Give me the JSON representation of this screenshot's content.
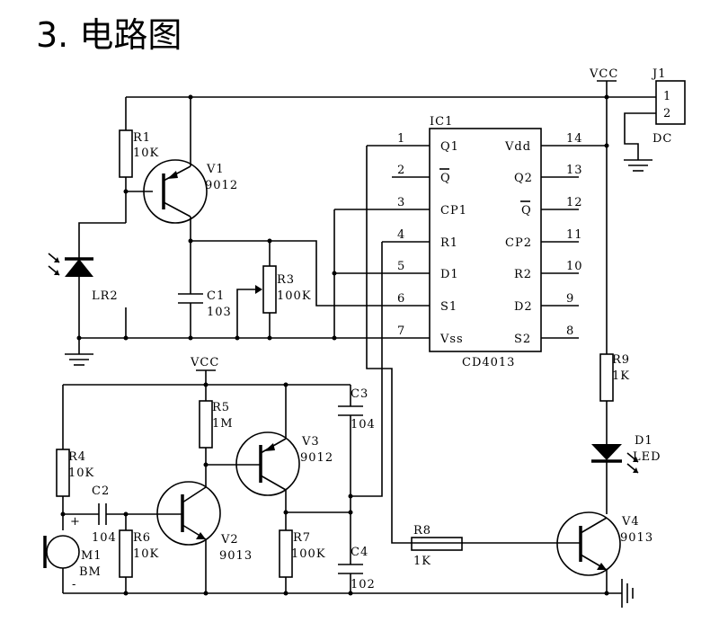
{
  "title": "3. 电路图",
  "ic": {
    "name": "IC1",
    "part": "CD4013",
    "left_pins": [
      {
        "num": "1",
        "name": "Q1"
      },
      {
        "num": "2",
        "name": "Q"
      },
      {
        "num": "3",
        "name": "CP1"
      },
      {
        "num": "4",
        "name": "R1"
      },
      {
        "num": "5",
        "name": "D1"
      },
      {
        "num": "6",
        "name": "S1"
      },
      {
        "num": "7",
        "name": "Vss"
      }
    ],
    "right_pins": [
      {
        "num": "14",
        "name": "Vdd"
      },
      {
        "num": "13",
        "name": "Q2"
      },
      {
        "num": "12",
        "name": "Q"
      },
      {
        "num": "11",
        "name": "CP2"
      },
      {
        "num": "10",
        "name": "R2"
      },
      {
        "num": "9",
        "name": "D2"
      },
      {
        "num": "8",
        "name": "S2"
      }
    ]
  },
  "connector": {
    "name": "J1",
    "pin1": "1",
    "pin2": "2",
    "label": "DC"
  },
  "vcc_labels": [
    "VCC",
    "VCC"
  ],
  "components": {
    "R1": {
      "ref": "R1",
      "value": "10K"
    },
    "V1": {
      "ref": "V1",
      "value": "9012"
    },
    "LR2": {
      "ref": "LR2"
    },
    "C1": {
      "ref": "C1",
      "value": "103"
    },
    "R3": {
      "ref": "R3",
      "value": "100K"
    },
    "R4": {
      "ref": "R4",
      "value": "10K"
    },
    "C2": {
      "ref": "C2",
      "value": "104"
    },
    "M1": {
      "ref": "M1",
      "value": "BM"
    },
    "R6": {
      "ref": "R6",
      "value": "10K"
    },
    "V2": {
      "ref": "V2",
      "value": "9013"
    },
    "R5": {
      "ref": "R5",
      "value": "1M"
    },
    "V3": {
      "ref": "V3",
      "value": "9012"
    },
    "R7": {
      "ref": "R7",
      "value": "100K"
    },
    "C3": {
      "ref": "C3",
      "value": "104"
    },
    "C4": {
      "ref": "C4",
      "value": "102"
    },
    "R8": {
      "ref": "R8",
      "value": "1K"
    },
    "R9": {
      "ref": "R9",
      "value": "1K"
    },
    "D1": {
      "ref": "D1",
      "value": "LED"
    },
    "V4": {
      "ref": "V4",
      "value": "9013"
    }
  },
  "mic_plus": "+",
  "mic_minus": "-"
}
